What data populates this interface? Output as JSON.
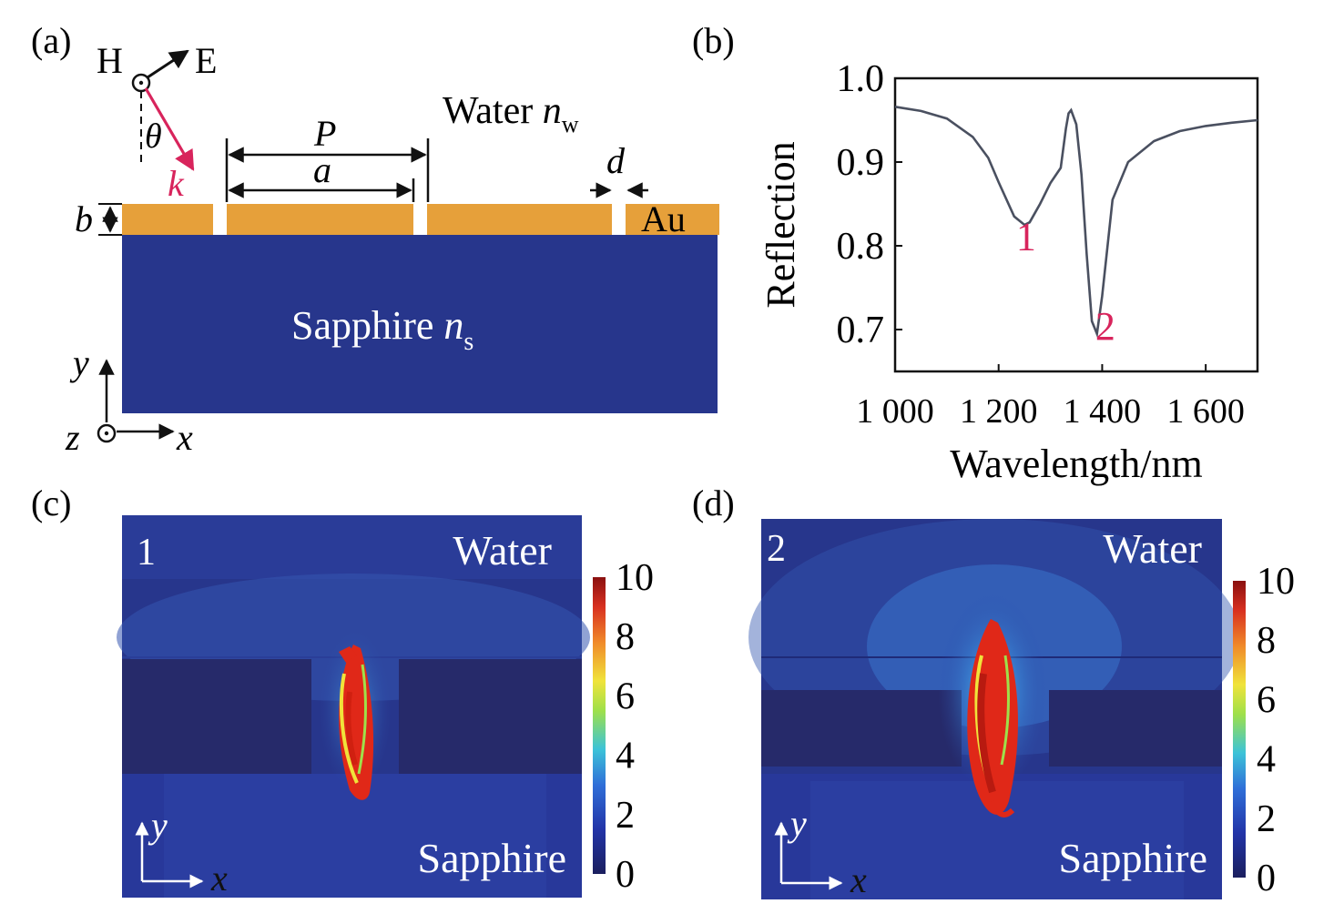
{
  "figure": {
    "panel_labels": [
      "(a)",
      "(b)",
      "(c)",
      "(d)"
    ],
    "colors": {
      "gold": "#e6a03a",
      "sapphire": "#27368c",
      "accent_red": "#d8245c",
      "line": "#4a5060"
    }
  },
  "schematic": {
    "H": "H",
    "E": "E",
    "theta": "θ",
    "k": "k",
    "P": "P",
    "a": "a",
    "b": "b",
    "d": "d",
    "au": "Au",
    "water": "Water",
    "n_w_base": "n",
    "n_w_sub": "w",
    "sapphire": "Sapphire",
    "n_s_base": "n",
    "n_s_sub": "s",
    "axis_y": "y",
    "axis_x": "x",
    "axis_z": "z"
  },
  "chart_data": {
    "type": "line",
    "xlabel": "Wavelength/nm",
    "ylabel": "Reflection",
    "xlim": [
      1000,
      1700
    ],
    "ylim": [
      0.65,
      1.0
    ],
    "xticks": [
      1000,
      1200,
      1400,
      1600
    ],
    "xtick_labels": [
      "1 000",
      "1 200",
      "1 400",
      "1 600"
    ],
    "yticks": [
      0.7,
      0.8,
      0.9,
      1.0
    ],
    "ytick_labels": [
      "0.7",
      "0.8",
      "0.9",
      "1.0"
    ],
    "series": [
      {
        "x": [
          1000,
          1050,
          1100,
          1150,
          1180,
          1200,
          1230,
          1250,
          1260,
          1280,
          1300,
          1320,
          1330,
          1335,
          1340,
          1350,
          1360,
          1370,
          1380,
          1390,
          1400,
          1420,
          1450,
          1500,
          1550,
          1600,
          1650,
          1700
        ],
        "y": [
          0.966,
          0.961,
          0.952,
          0.93,
          0.905,
          0.876,
          0.835,
          0.825,
          0.828,
          0.85,
          0.875,
          0.893,
          0.94,
          0.958,
          0.962,
          0.945,
          0.885,
          0.79,
          0.71,
          0.695,
          0.74,
          0.855,
          0.9,
          0.925,
          0.937,
          0.943,
          0.947,
          0.95
        ]
      }
    ],
    "annotations": [
      {
        "text": "1",
        "x": 1253,
        "y": 0.795
      },
      {
        "text": "2",
        "x": 1406,
        "y": 0.688
      }
    ]
  },
  "field_maps": {
    "panel_c": {
      "mode": "1",
      "top_label": "Water",
      "bottom_label": "Sapphire",
      "axis_y": "y",
      "axis_x": "x"
    },
    "panel_d": {
      "mode": "2",
      "top_label": "Water",
      "bottom_label": "Sapphire",
      "axis_y": "y",
      "axis_x": "x"
    },
    "colorbar_ticks": [
      "10",
      "8",
      "6",
      "4",
      "2",
      "0"
    ]
  }
}
